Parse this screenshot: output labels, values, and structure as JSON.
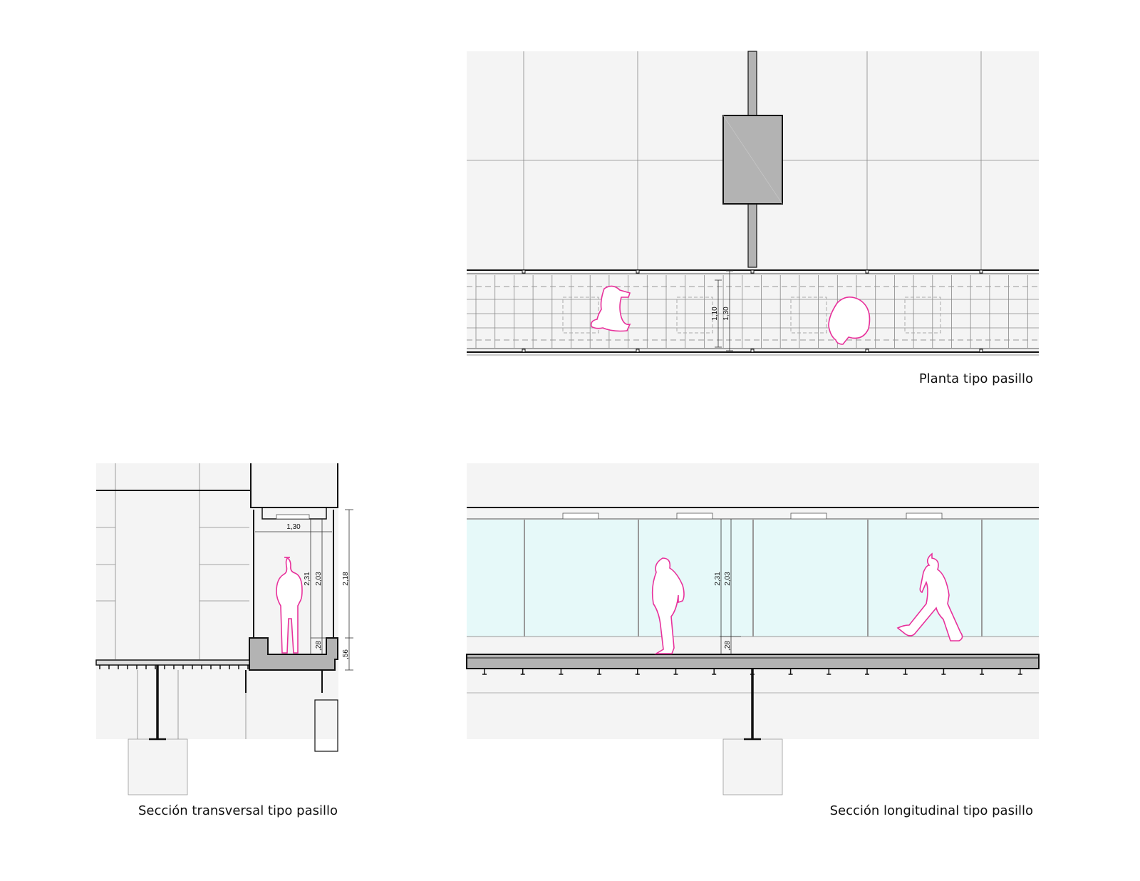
{
  "plan": {
    "caption": "Planta tipo pasillo",
    "dims": [
      "1,10",
      "1,30"
    ]
  },
  "cross_section": {
    "caption": "Sección transversal tipo pasillo",
    "dims": {
      "width": "1,30",
      "h1": "2,31",
      "h2": "2,03",
      "h3": "2,18",
      "floor": ",28",
      "slab": ",56"
    }
  },
  "long_section": {
    "caption": "Sección longitudinal tipo pasillo",
    "dims": {
      "h1": "2,31",
      "h2": "2,03",
      "floor": ",28"
    }
  },
  "colors": {
    "background": "#f4f4f4",
    "glass": "#e6f9f9",
    "people": "#e8319b",
    "structure": "#b3b3b3"
  }
}
